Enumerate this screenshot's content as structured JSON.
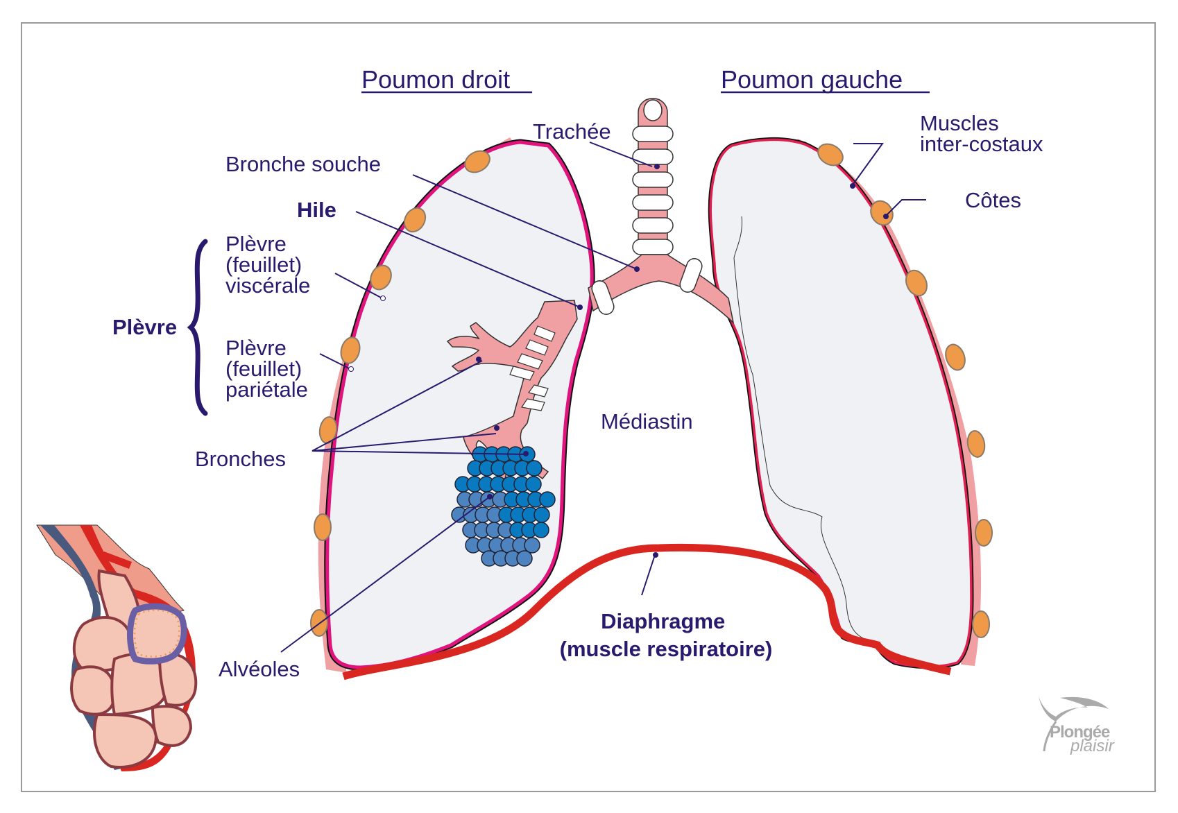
{
  "diagram": {
    "headings": {
      "right_lung": "Poumon droit",
      "left_lung": "Poumon gauche"
    },
    "labels": {
      "trachea": "Trachée",
      "main_bronchus": "Bronche souche",
      "hilum": "Hile",
      "visceral_pleura": [
        "Plèvre",
        "(feuillet)",
        "viscérale"
      ],
      "pleura": "Plèvre",
      "parietal_pleura": [
        "Plèvre",
        "(feuillet)",
        "pariétale"
      ],
      "bronchi": "Bronches",
      "alveoli": "Alvéoles",
      "mediastinum": "Médiastin",
      "diaphragm": [
        "Diaphragme",
        "(muscle respiratoire)"
      ],
      "intercostal_muscles": [
        "Muscles",
        "inter-costaux"
      ],
      "ribs": "Côtes"
    },
    "logo": {
      "main": "Plongée",
      "script": "plaisir"
    },
    "colors": {
      "label_text": "#2a1a6e",
      "lung_fill": "#eff1f4",
      "visceral_pleura": "#e0147c",
      "parietal_pleura": "#f0a0a3",
      "diaphragm": "#d92620",
      "rib": "#ee9a48",
      "bronchi": "#f0a0a3",
      "alveoli": "#0a7ac0"
    }
  }
}
